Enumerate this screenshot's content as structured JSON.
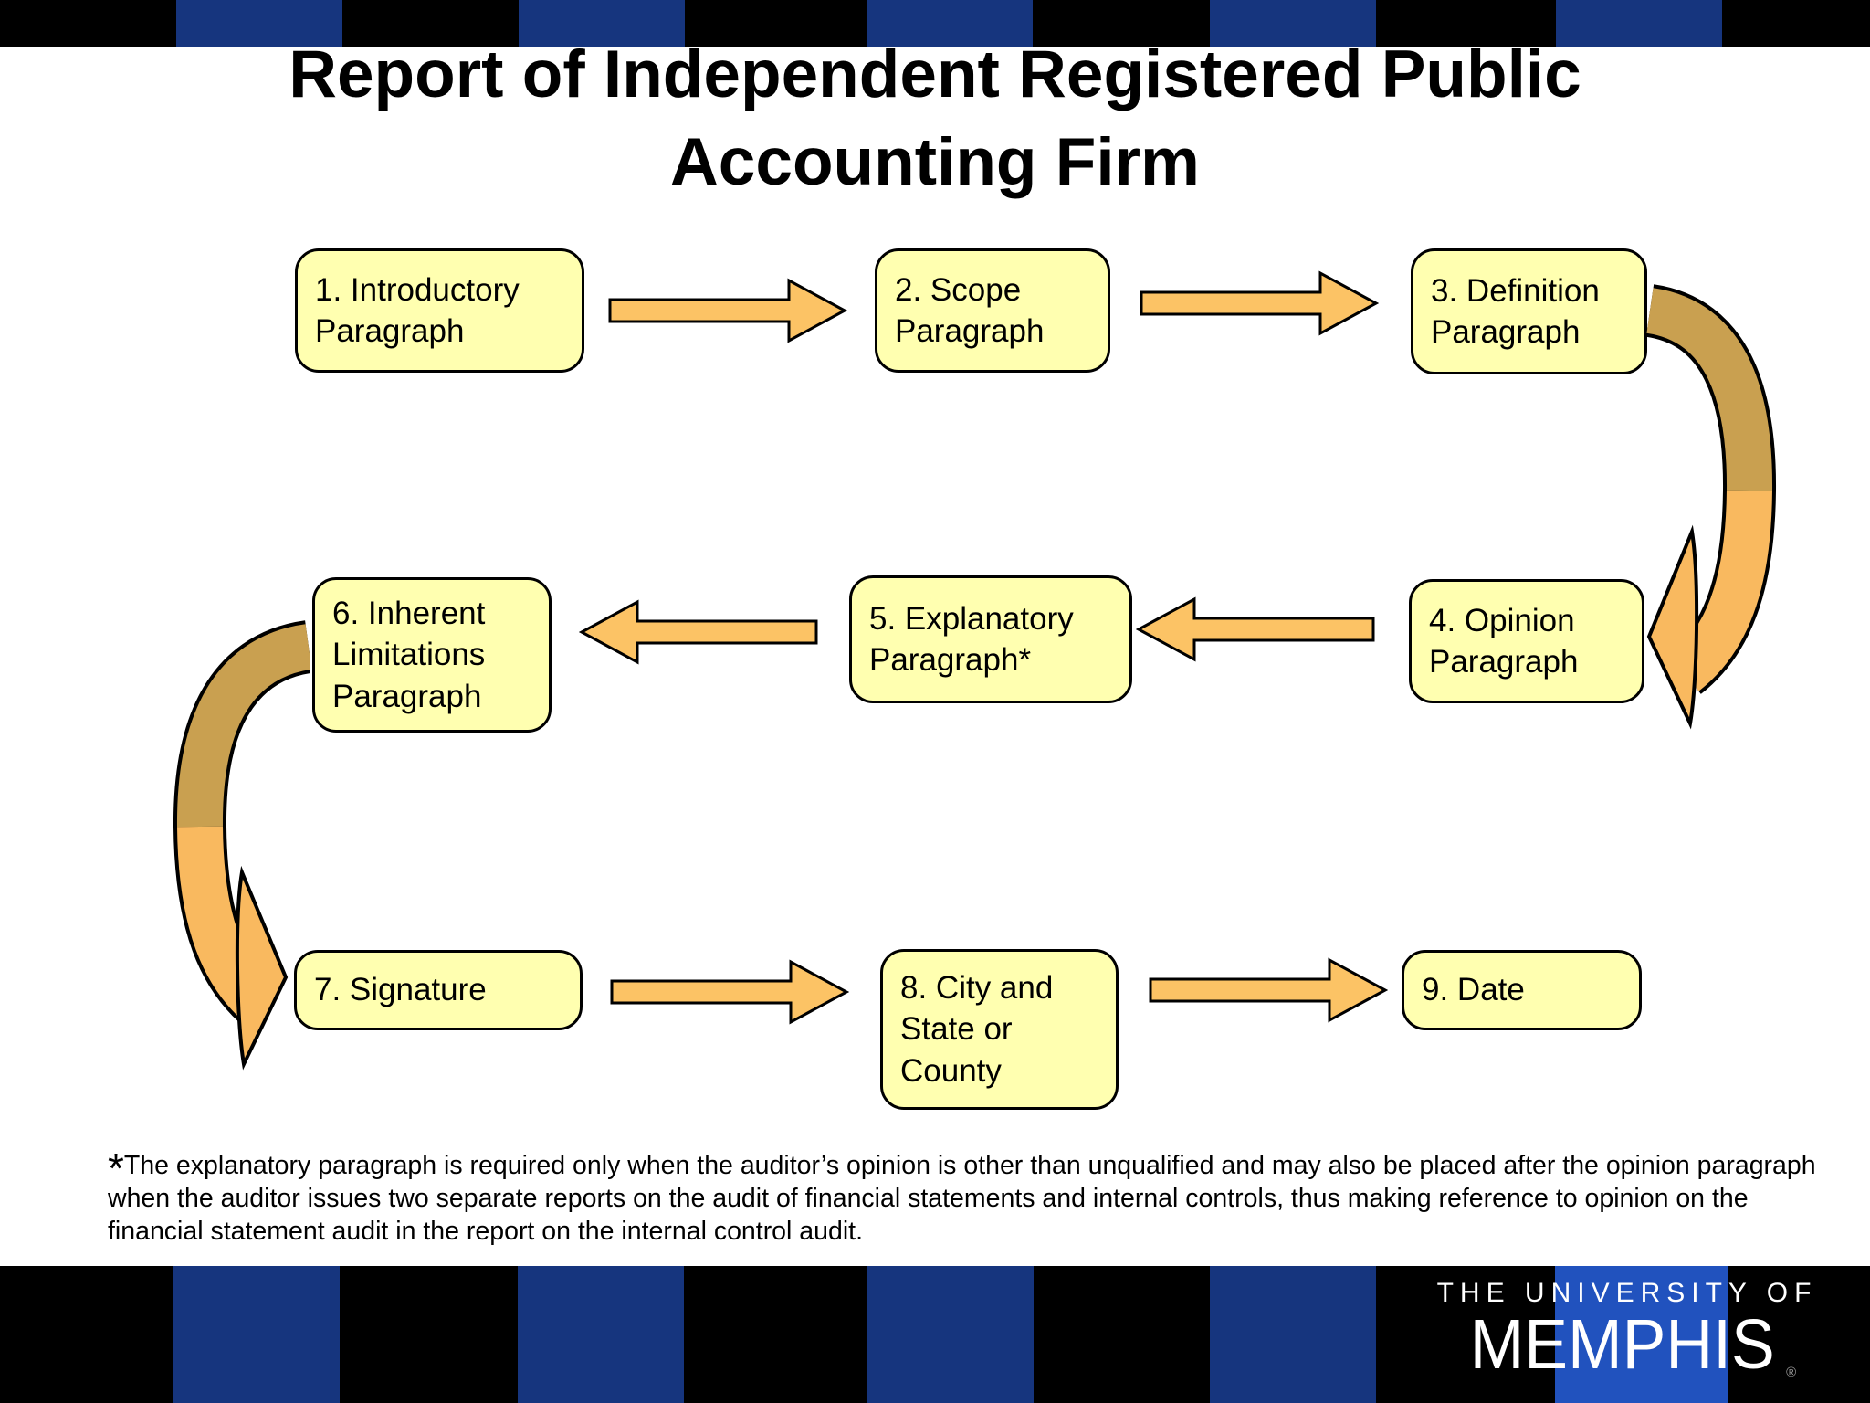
{
  "title": {
    "line1": "Report of Independent Registered Public",
    "line2": "Accounting Firm"
  },
  "flowchart": {
    "boxes": [
      {
        "label": "1. Introductory Paragraph"
      },
      {
        "label": "2. Scope Paragraph"
      },
      {
        "label": "3. Definition Paragraph"
      },
      {
        "label": "4. Opinion Paragraph"
      },
      {
        "label": "5. Explanatory Paragraph*"
      },
      {
        "label": "6. Inherent Limitations Paragraph"
      },
      {
        "label": "7. Signature"
      },
      {
        "label": "8. City and State or County"
      },
      {
        "label": "9. Date"
      }
    ],
    "connections": [
      {
        "from": "1",
        "to": "2",
        "style": "straight-right"
      },
      {
        "from": "2",
        "to": "3",
        "style": "straight-right"
      },
      {
        "from": "3",
        "to": "4",
        "style": "curved-down"
      },
      {
        "from": "4",
        "to": "5",
        "style": "straight-left"
      },
      {
        "from": "5",
        "to": "6",
        "style": "straight-left"
      },
      {
        "from": "6",
        "to": "7",
        "style": "curved-down"
      },
      {
        "from": "7",
        "to": "8",
        "style": "straight-right"
      },
      {
        "from": "8",
        "to": "9",
        "style": "straight-right"
      }
    ]
  },
  "footnote": {
    "marker": "*",
    "text": "The explanatory paragraph is required only when the auditor’s opinion is other than unqualified and may also be placed after the opinion paragraph when the auditor issues two separate reports on the audit of financial statements and internal controls, thus making reference to opinion on the financial statement audit in the report on the internal control audit."
  },
  "logo": {
    "top_line": "THE UNIVERSITY OF",
    "name": "MEMPHIS",
    "registered_mark": "®"
  },
  "colors": {
    "bar_black": "#000000",
    "bar_blue": "#16357E",
    "logo_blue": "#2152BE",
    "box_fill": "#FFFFB0",
    "box_border": "#000000",
    "straight_arrow_fill": "#FCC365",
    "curved_arrow_top": "#C9A050",
    "curved_arrow_bottom": "#F9B95F",
    "background": "#FFFFFF",
    "text": "#000000"
  }
}
